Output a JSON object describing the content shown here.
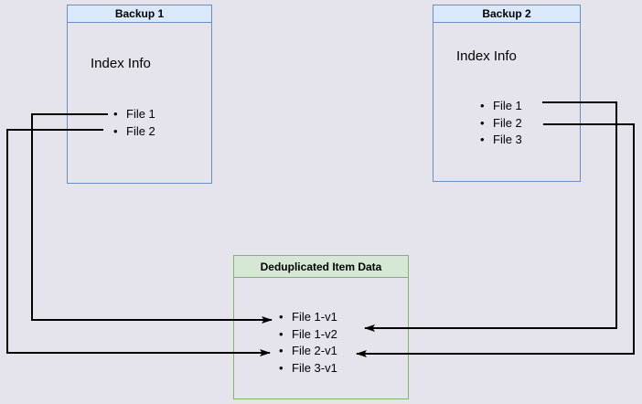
{
  "diagram": {
    "background_color": "#e5e4ed",
    "line_color": "#000000",
    "backup1": {
      "title": "Backup 1",
      "section_label": "Index Info",
      "files": [
        "File 1",
        "File 2"
      ],
      "header_fill": "#dae8fc",
      "border_color": "#6c8ebf"
    },
    "backup2": {
      "title": "Backup 2",
      "section_label": "Index Info",
      "files": [
        "File 1",
        "File 2",
        "File 3"
      ],
      "header_fill": "#dae8fc",
      "border_color": "#6c8ebf"
    },
    "dedup": {
      "title": "Deduplicated Item Data",
      "items": [
        "File 1-v1",
        "File 1-v2",
        "File 2-v1",
        "File 3-v1"
      ],
      "header_fill": "#d5e8d4",
      "border_color": "#82b366"
    },
    "connections": [
      {
        "from": "Backup 1 / File 1",
        "to": "File 1-v1"
      },
      {
        "from": "Backup 1 / File 2",
        "to": "File 2-v1"
      },
      {
        "from": "Backup 2 / File 1",
        "to": "File 1-v2"
      },
      {
        "from": "Backup 2 / File 2",
        "to": "File 2-v1"
      }
    ]
  }
}
